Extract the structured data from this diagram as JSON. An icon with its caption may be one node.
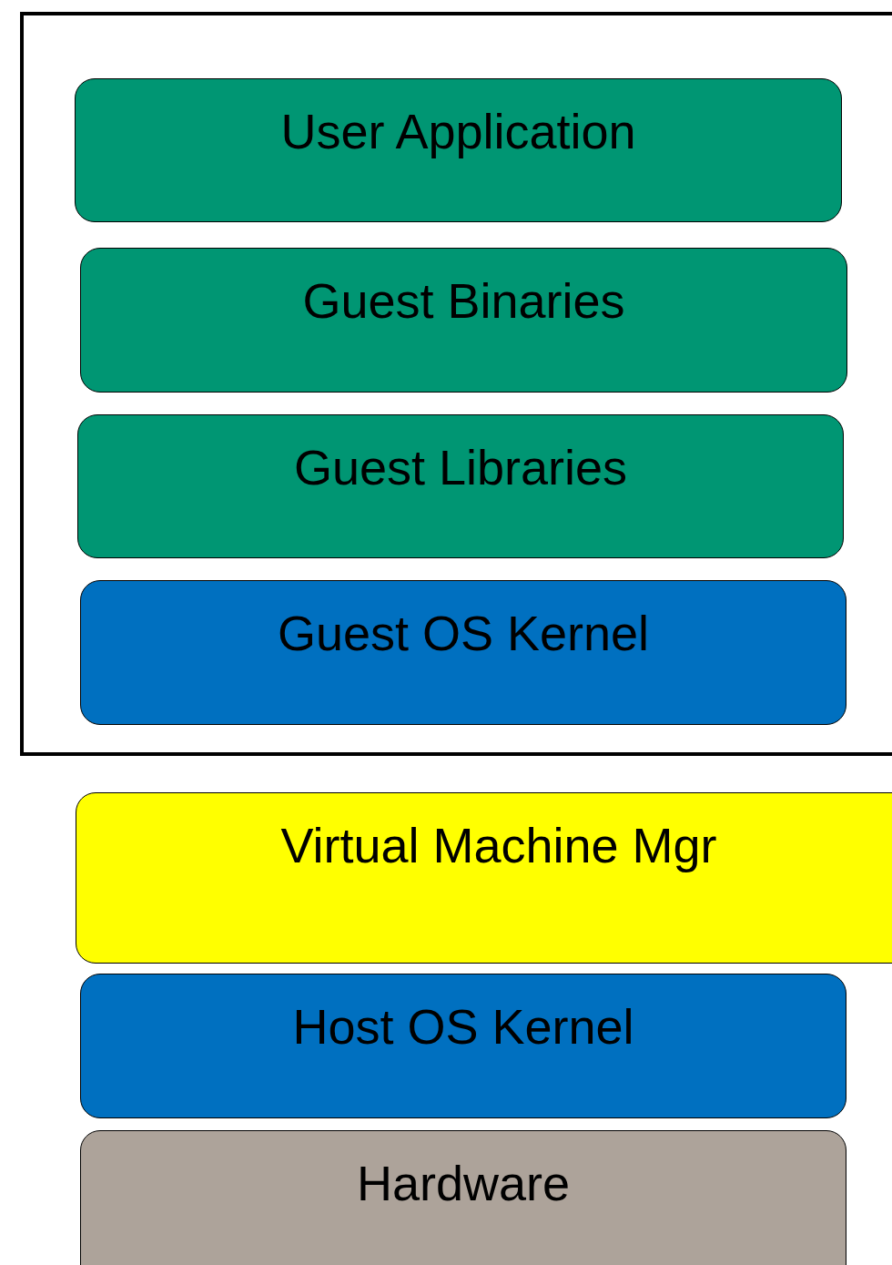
{
  "diagram": {
    "nodes": [
      {
        "text": [],
        "shape": "box"
      },
      {
        "text": [
          "User Application"
        ],
        "in": 0
      },
      {
        "text": [
          "Guest Binaries"
        ],
        "in": 0
      },
      {
        "text": [
          "Guest Libraries"
        ],
        "in": 0
      },
      {
        "text": [
          "Guest OS Kernel"
        ],
        "in": 0
      },
      {
        "text": [
          "Virtual Machine Mgr"
        ]
      },
      {
        "text": [
          "Host OS Kernel"
        ]
      },
      {
        "text": [
          "Hardware"
        ]
      }
    ]
  }
}
